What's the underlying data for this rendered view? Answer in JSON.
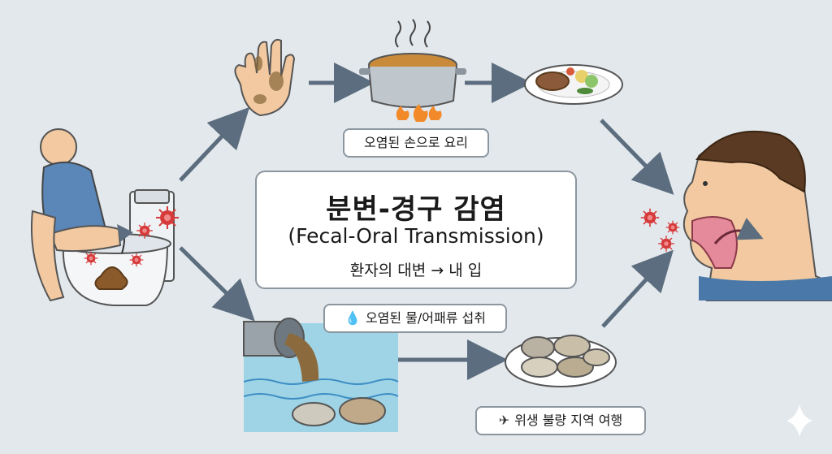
{
  "center": {
    "title": "분변-경구 감염",
    "subtitle": "(Fecal-Oral Transmission)",
    "description": "환자의 대변 → 내 입"
  },
  "labels": {
    "cooking": "오염된 손으로 요리",
    "water": "오염된 물/어패류 섭취",
    "travel": "위생 불량 지역 여행"
  },
  "icons": {
    "water": "water-drop-icon",
    "travel": "airplane-icon"
  },
  "colors": {
    "arrow": "#5b6d7e",
    "background": "#e3e8ec",
    "virus": "#d63a3a"
  }
}
